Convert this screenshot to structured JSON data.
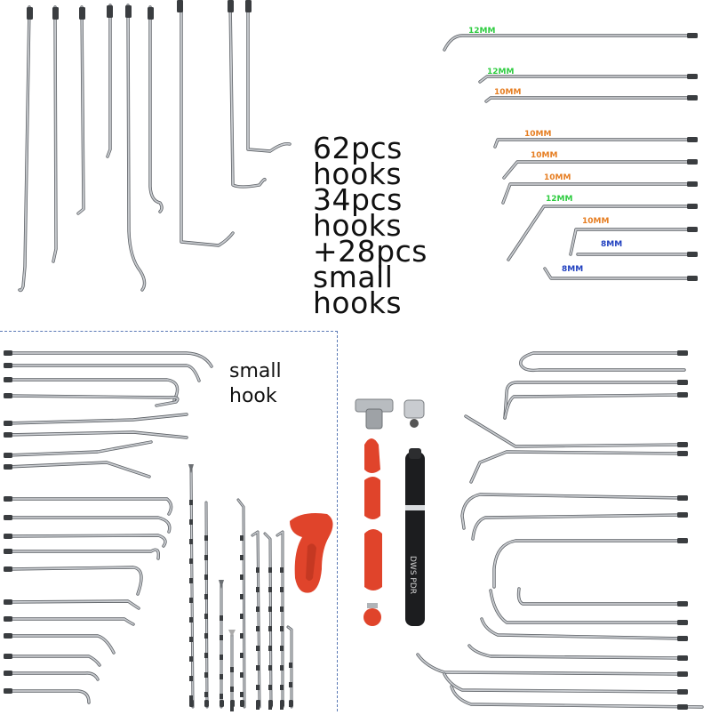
{
  "headline": {
    "line1": "62pcs",
    "line2": "hooks",
    "line3": "34pcs",
    "line4": "hooks",
    "line5": "+28pcs",
    "line6": "small",
    "line7": "hooks"
  },
  "small_hook_label": {
    "line1": "small",
    "line2": "hook"
  },
  "size_labels": [
    {
      "text": "12MM",
      "color": "#2ecc40"
    },
    {
      "text": "12MM",
      "color": "#2ecc40"
    },
    {
      "text": "10MM",
      "color": "#e67e22"
    },
    {
      "text": "10MM",
      "color": "#e67e22"
    },
    {
      "text": "10MM",
      "color": "#e67e22"
    },
    {
      "text": "10MM",
      "color": "#e67e22"
    },
    {
      "text": "12MM",
      "color": "#2ecc40"
    },
    {
      "text": "10MM",
      "color": "#e67e22"
    },
    {
      "text": "8MM",
      "color": "#1f3fbf"
    },
    {
      "text": "8MM",
      "color": "#1f3fbf"
    }
  ],
  "handle_text": "DWS PDR",
  "colors": {
    "rod": "#8a8f94",
    "rod_dark": "#3a3d40",
    "handle_red": "#e0442b",
    "divider": "#5a79b5"
  }
}
